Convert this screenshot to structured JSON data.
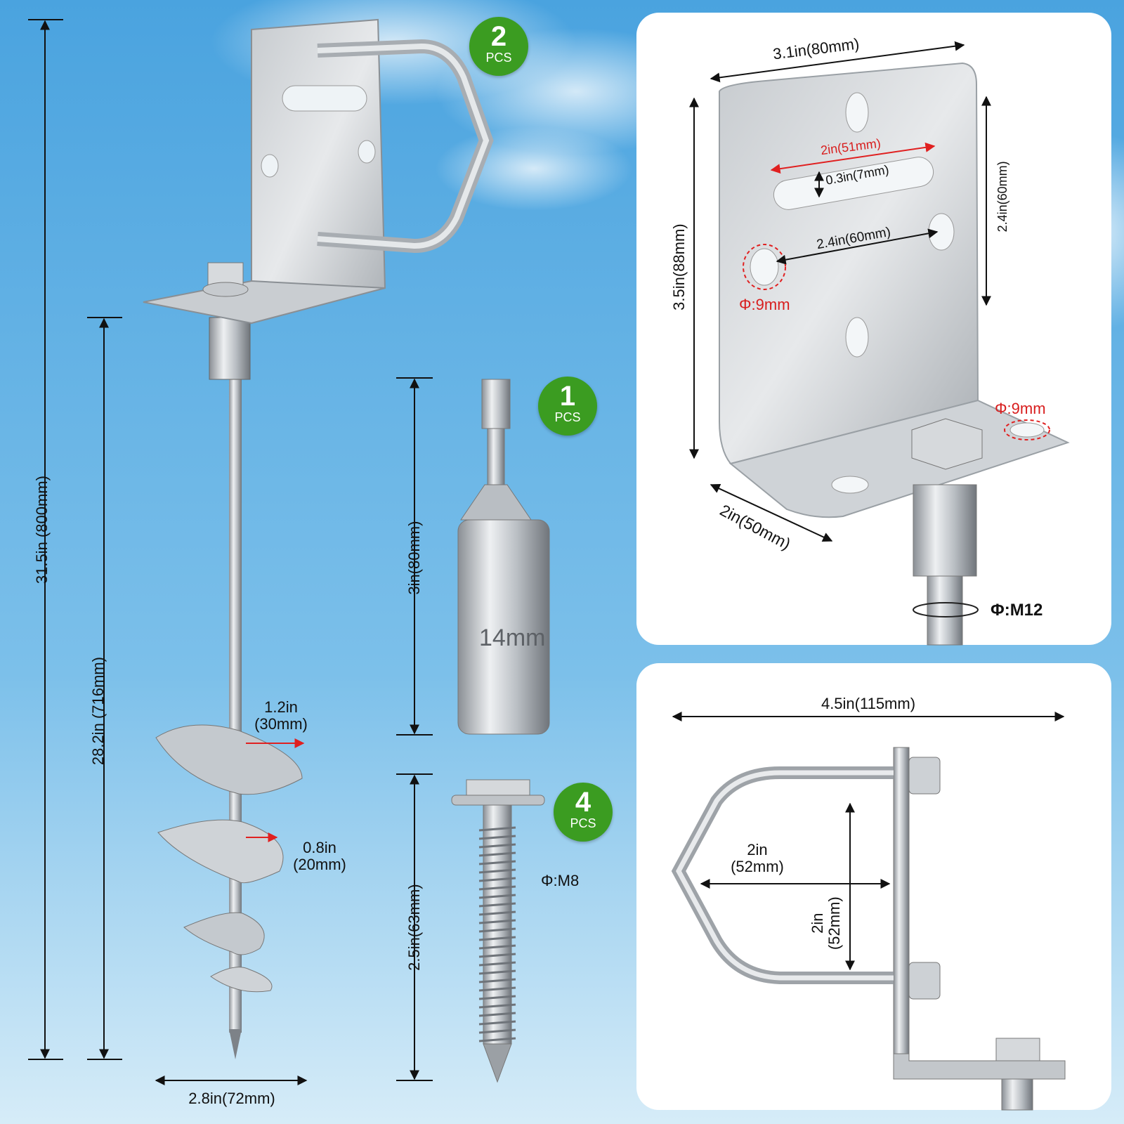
{
  "stake": {
    "total_length": "31.5in (800mm)",
    "shaft_length": "28.2in (716mm)",
    "helix_offset": "1.2in\n(30mm)",
    "shaft_to_helix": "0.8in\n(20mm)",
    "helix_width": "2.8in(72mm)",
    "bracket_qty": "2",
    "qty_unit": "PCS"
  },
  "socket": {
    "length": "3in(80mm)",
    "size_label": "14mm",
    "qty": "1",
    "qty_unit": "PCS"
  },
  "screw": {
    "length": "2.5in(63mm)",
    "thread": "Φ:M8",
    "qty": "4",
    "qty_unit": "PCS"
  },
  "bracket_panel": {
    "width": "3.1in(80mm)",
    "height": "3.5in(88mm)",
    "slot_length": "2in(51mm)",
    "slot_width": "0.3in(7mm)",
    "hole_spacing_h": "2.4in(60mm)",
    "hole_spacing_v": "2.4in(60mm)",
    "hole_dia_vertical": "Φ:9mm",
    "hole_dia_base": "Φ:9mm",
    "base_depth": "2in(50mm)",
    "shaft_thread": "Φ:M12"
  },
  "ubolt_panel": {
    "overall_width": "4.5in(115mm)",
    "inner_depth": "2in\n(52mm)",
    "inner_height": "2in\n(52mm)"
  }
}
